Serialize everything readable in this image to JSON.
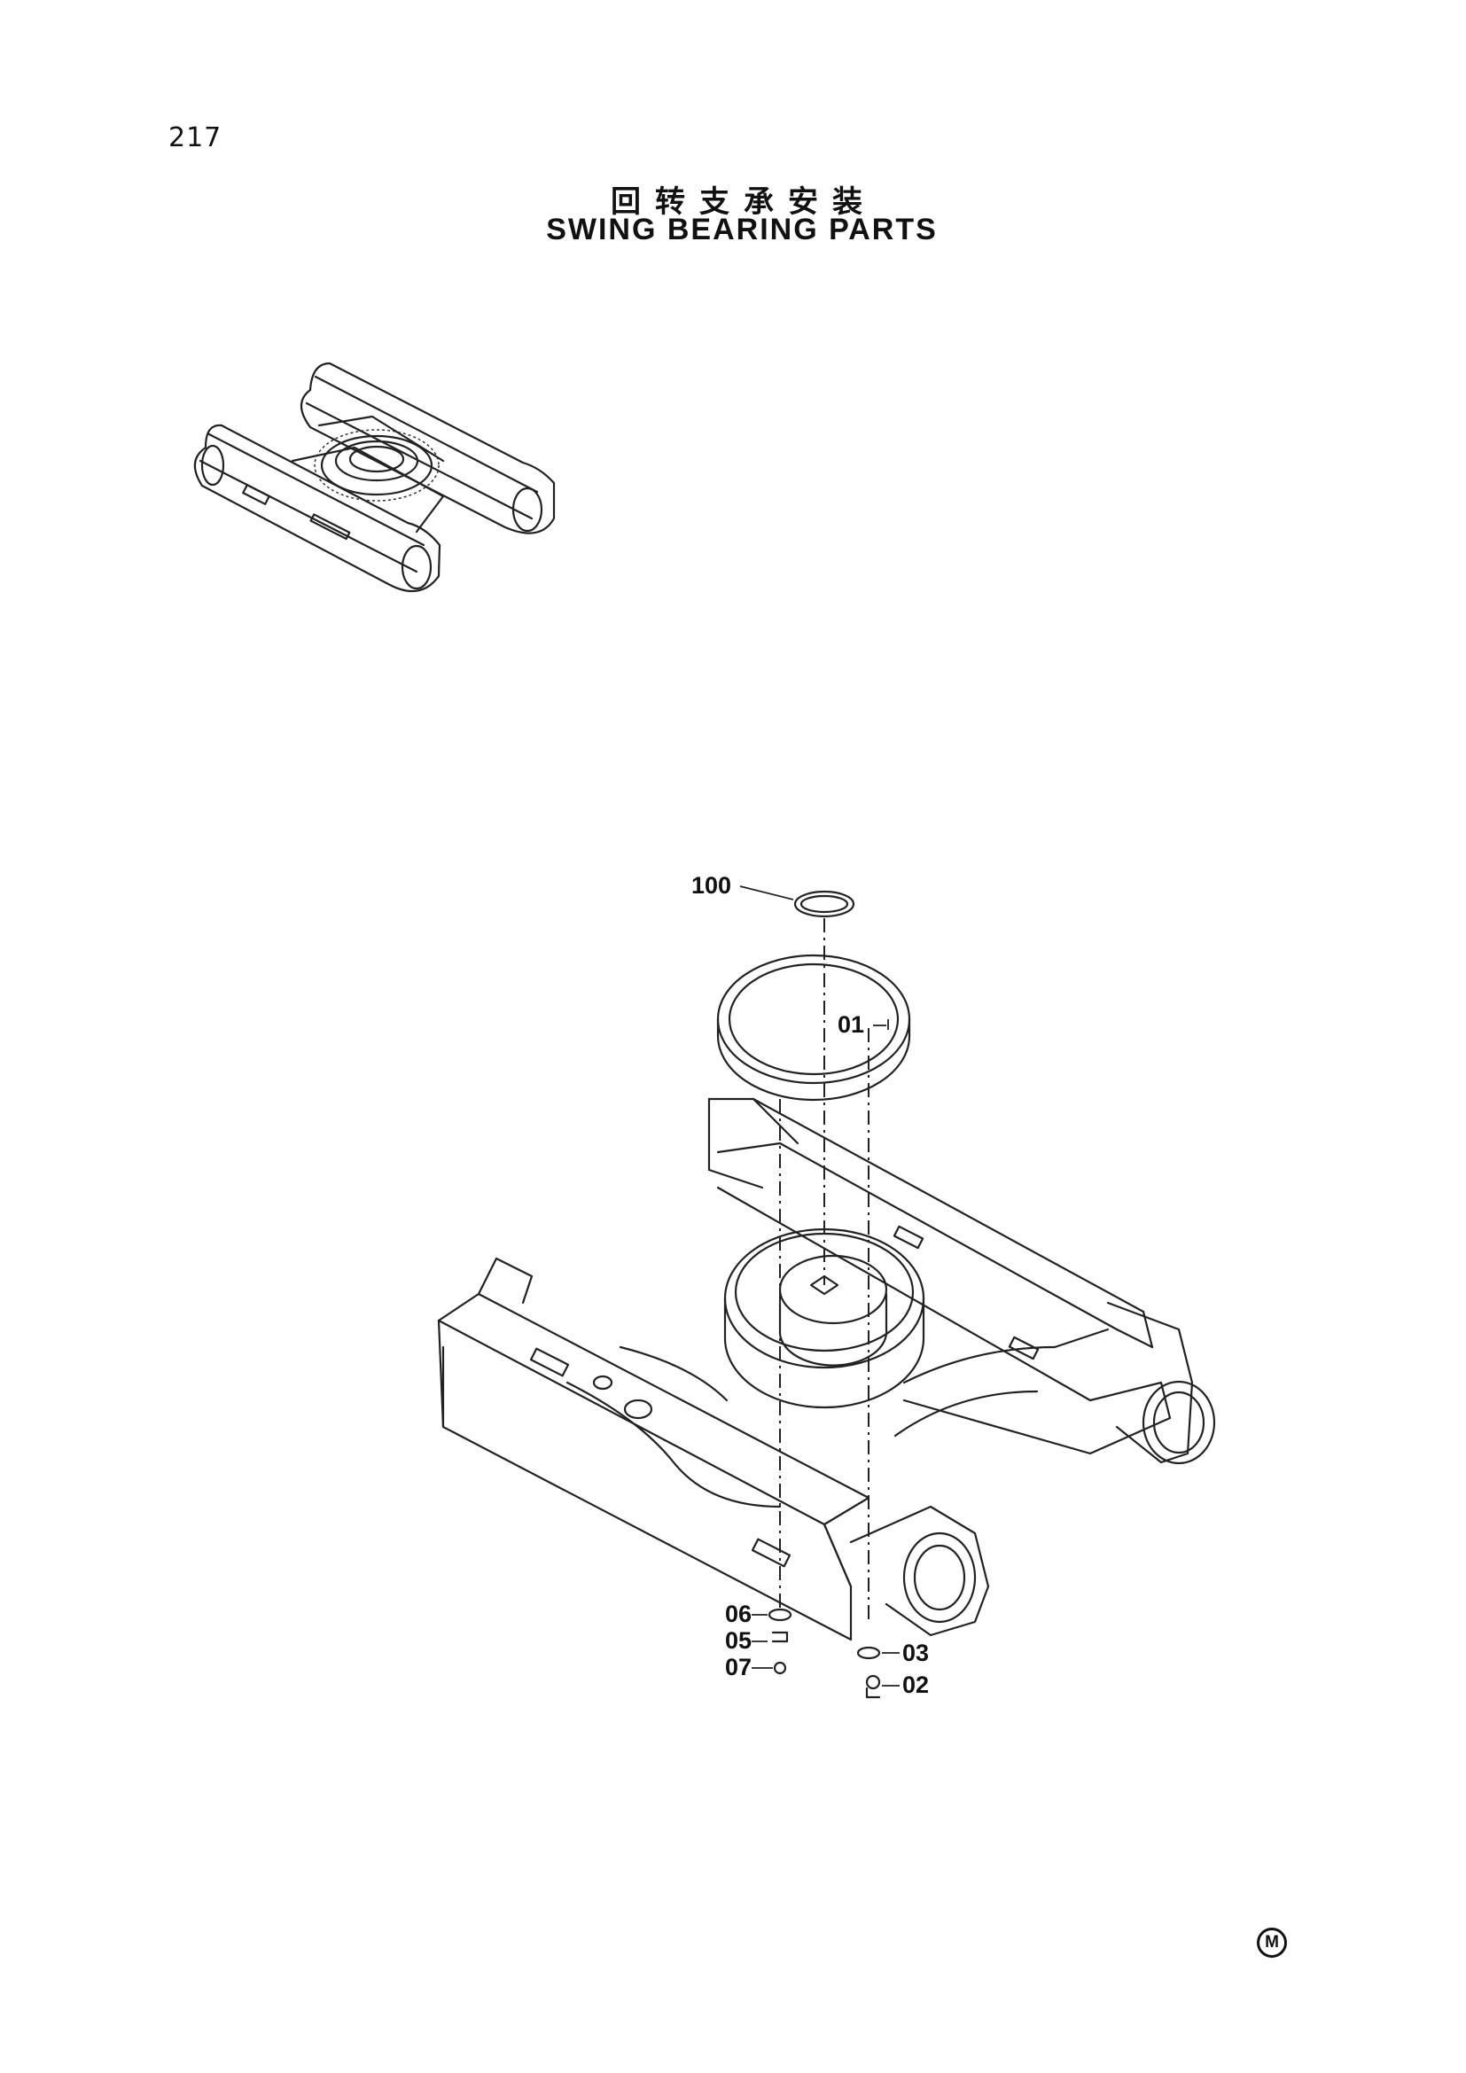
{
  "page": {
    "number": "217",
    "title_cn": "回转支承安装",
    "title_en": "SWING BEARING PARTS",
    "corner_mark": "M"
  },
  "callouts": [
    {
      "id": "100",
      "label": "100"
    },
    {
      "id": "01",
      "label": "01"
    },
    {
      "id": "06",
      "label": "06"
    },
    {
      "id": "05",
      "label": "05"
    },
    {
      "id": "07",
      "label": "07"
    },
    {
      "id": "03",
      "label": "03"
    },
    {
      "id": "02",
      "label": "02"
    }
  ],
  "illustrations": [
    {
      "name": "undercarriage-overview-sketch"
    },
    {
      "name": "swing-bearing-exploded-view"
    }
  ]
}
